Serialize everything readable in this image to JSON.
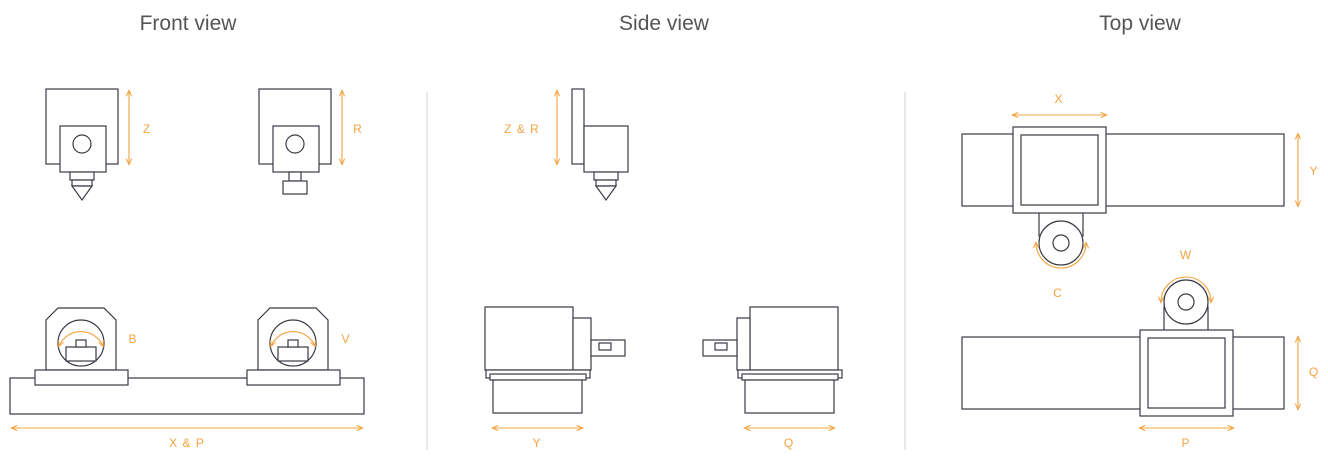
{
  "headings": {
    "front": "Front view",
    "side": "Side view",
    "top": "Top view"
  },
  "labels": {
    "z": "Z",
    "r": "R",
    "b": "B",
    "v": "V",
    "xp": "X & P",
    "zr": "Z & R",
    "y_side": "Y",
    "q_side": "Q",
    "x_top": "X",
    "y_top": "Y",
    "c": "C",
    "w": "W",
    "q_top": "Q",
    "p": "P"
  },
  "colors": {
    "accent": "#f4a340",
    "line": "#3a3a44"
  }
}
